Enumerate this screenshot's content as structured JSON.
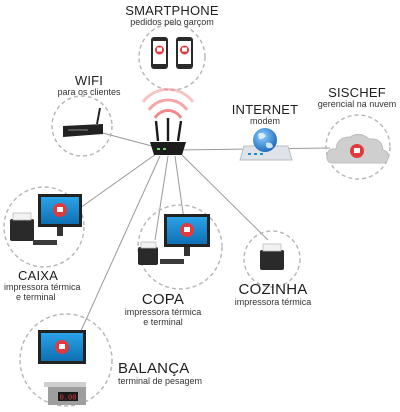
{
  "nodes": {
    "smartphone": {
      "title": "SMARTPHONE",
      "subtitle": "pedidos pelo garçom"
    },
    "wifi": {
      "title": "WIFI",
      "subtitle": "para os clientes"
    },
    "internet": {
      "title": "INTERNET",
      "subtitle": "modem"
    },
    "sischef": {
      "title": "SISCHEF",
      "subtitle": "gerencial na nuvem"
    },
    "caixa": {
      "title": "CAIXA",
      "subtitle1": "impressora térmica",
      "subtitle2": "e terminal"
    },
    "copa": {
      "title": "COPA",
      "subtitle1": "impressora térmica",
      "subtitle2": "e terminal"
    },
    "cozinha": {
      "title": "COZINHA",
      "subtitle": "impressora térmica"
    },
    "balanca": {
      "title": "BALANÇA",
      "subtitle": "terminal de pesagem",
      "scale_display": "0.00"
    }
  },
  "colors": {
    "accent_red": "#e03a3e",
    "screen_blue": "#1a8fd6",
    "dashed_circle": "#b5b5b5",
    "link_line": "#9a9a9a",
    "wifi_waves": "#f08a8a"
  },
  "icons": [
    "router-icon",
    "wifi-access-point-icon",
    "modem-icon",
    "globe-icon",
    "cloud-icon",
    "smartphone-icon",
    "monitor-icon",
    "thermal-printer-icon",
    "scale-icon",
    "chef-hat-icon"
  ]
}
